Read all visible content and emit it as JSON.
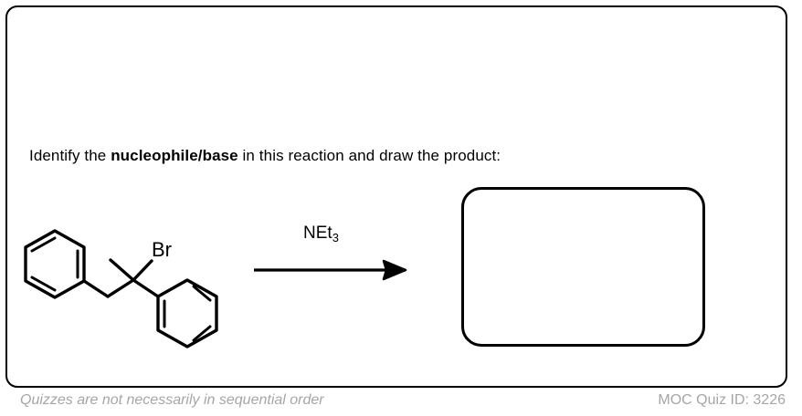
{
  "card": {
    "question": {
      "prefix": "Identify the ",
      "emphasis": "nucleophile/base",
      "suffix": " in this reaction and draw the product:"
    },
    "reaction": {
      "reactant": {
        "name": "2-bromo-1,2-diphenylpropane",
        "halogen_label": "Br"
      },
      "reagent_label": "NEt",
      "reagent_subscript": "3",
      "arrow": "reaction-arrow-right",
      "product_box": {
        "content": "",
        "state": "empty"
      }
    }
  },
  "footer": {
    "note": "Quizzes are not necessarily in sequential order",
    "quiz_id": "MOC Quiz ID: 3226"
  },
  "colors": {
    "border": "#000000",
    "text": "#000000",
    "footer_text": "#a6a6a6",
    "background": "#ffffff"
  }
}
